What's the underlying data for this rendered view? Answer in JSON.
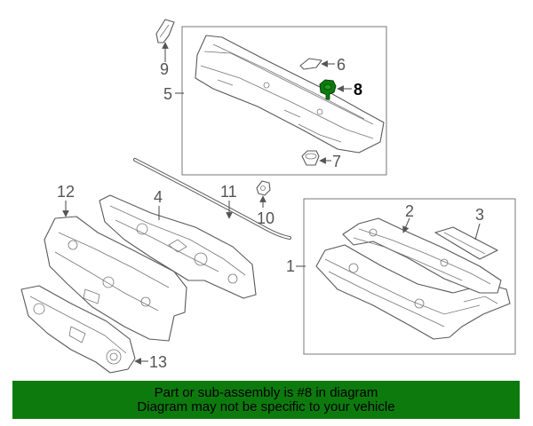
{
  "callouts": {
    "c1": "1",
    "c2": "2",
    "c3": "3",
    "c4": "4",
    "c5": "5",
    "c6": "6",
    "c7": "7",
    "c8": "8",
    "c9": "9",
    "c10": "10",
    "c11": "11",
    "c12": "12",
    "c13": "13"
  },
  "highlight_color": "#0d7a0d",
  "banner": {
    "line1": "Part or sub-assembly is #8 in diagram",
    "line2": "Diagram may not be specific to your vehicle"
  }
}
